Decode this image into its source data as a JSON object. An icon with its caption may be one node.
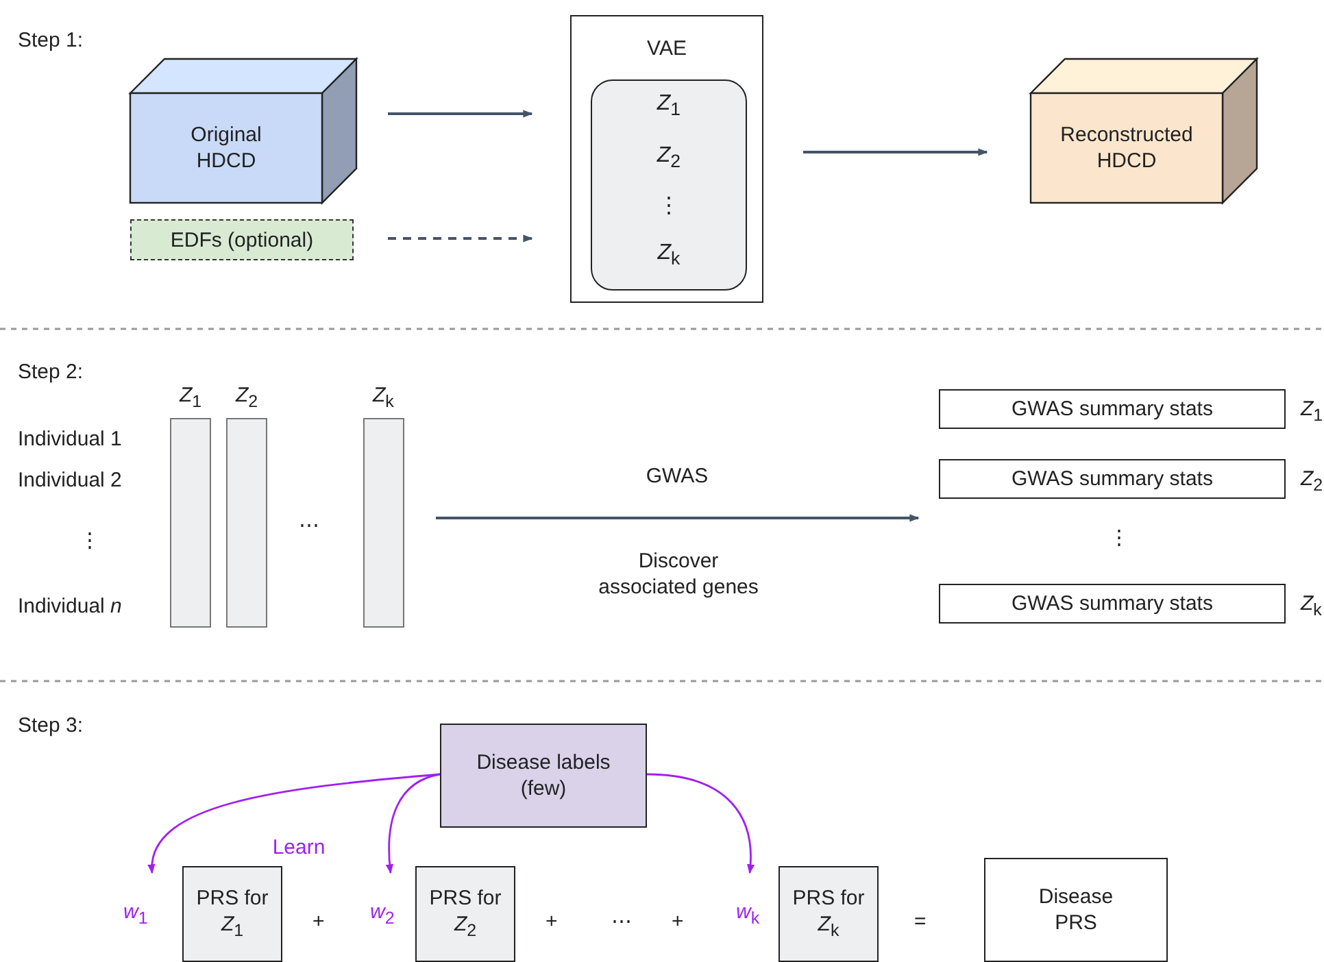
{
  "diagram": {
    "nodes": [
      {
        "text": [
          "Original HDCD"
        ]
      },
      {
        "text": [
          "EDFs (optional)"
        ]
      },
      {
        "text": [
          "VAE"
        ]
      },
      {
        "text": [
          "*Z*$_{1}$",
          "*Z*$_{2}$",
          "⋮",
          "*Z*$_{k}$"
        ],
        "in": 2
      },
      {
        "text": [
          "Reconstructed HDCD"
        ]
      },
      {
        "text": [
          "*Z*$_{1}$"
        ]
      },
      {
        "text": [
          "*Z*$_{2}$"
        ]
      },
      {
        "text": [
          "*Z*$_{k}$"
        ]
      },
      {
        "text": [
          "GWAS summary stats"
        ],
        "beside": [
          "*Z*$_{1}$"
        ]
      },
      {
        "text": [
          "GWAS summary stats"
        ],
        "beside": [
          "*Z*$_{2}$"
        ]
      },
      {
        "text": [
          "GWAS summary stats"
        ],
        "beside": [
          "*Z*$_{k}$"
        ]
      },
      {
        "text": [
          "Disease labels (few)"
        ]
      },
      {
        "text": [
          "PRS for *Z*$_{1}$"
        ],
        "beside": [
          "*w*$_{1}$"
        ]
      },
      {
        "text": [
          "PRS for *Z*$_{2}$"
        ],
        "beside": [
          "*w*$_{2}$"
        ]
      },
      {
        "text": [
          "PRS for *Z*$_{k}$"
        ],
        "beside": [
          "*w*$_{k}$"
        ]
      },
      {
        "text": [
          "Disease PRS"
        ]
      }
    ],
    "edges": [
      {
        "from": 0,
        "to": 2,
        "arrow": "to"
      },
      {
        "from": 1,
        "to": 2,
        "arrow": "to",
        "style": "dashed"
      },
      {
        "from": 2,
        "to": 4,
        "arrow": "to"
      },
      {
        "from": 7,
        "to": 9,
        "arrow": "to",
        "label": "GWAS"
      },
      {
        "from": 11,
        "to": 12,
        "arrow": "to",
        "color": "#a020f0"
      },
      {
        "from": 11,
        "to": 13,
        "arrow": "to",
        "label": "Learn",
        "color": "#a020f0"
      },
      {
        "from": 11,
        "to": 14,
        "arrow": "to",
        "color": "#a020f0"
      }
    ],
    "labels": [
      "Step 1:",
      "Step 2:",
      "Individual 1",
      "Individual 2",
      "⋮",
      "Individual *n*",
      "⋯",
      "Discover associated genes",
      "⋮",
      "Step 3:",
      "+",
      "+",
      "⋯",
      "+",
      "="
    ]
  }
}
